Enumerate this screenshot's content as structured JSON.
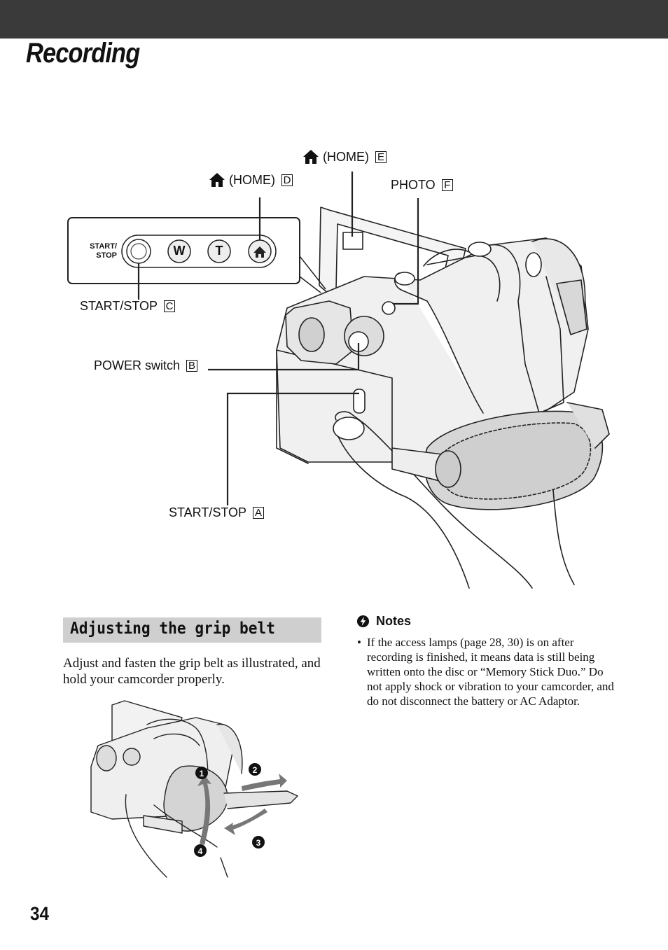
{
  "header": {
    "title": "Recording"
  },
  "figure_main": {
    "labels": {
      "home_e": {
        "text": "(HOME)",
        "letter": "E"
      },
      "home_d": {
        "text": "(HOME)",
        "letter": "D"
      },
      "photo_f": {
        "text": "PHOTO",
        "letter": "F"
      },
      "start_stop_c": {
        "text": "START/STOP",
        "letter": "C"
      },
      "power_switch_b": {
        "text": "POWER switch",
        "letter": "B"
      },
      "start_stop_a": {
        "text": "START/STOP",
        "letter": "A"
      }
    },
    "panel": {
      "start_stop_line1": "START/",
      "start_stop_line2": "STOP",
      "w": "W",
      "t": "T"
    }
  },
  "section": {
    "title": "Adjusting the grip belt",
    "body": "Adjust and fasten the grip belt as illustrated, and hold your camcorder properly."
  },
  "figure_grip": {
    "steps": [
      "1",
      "2",
      "3",
      "4"
    ]
  },
  "notes": {
    "heading": "Notes",
    "items": [
      "If the access lamps (page 28, 30) is on after recording is finished, it means data is still being written onto the disc or “Memory Stick Duo.” Do not apply shock or vibration to your camcorder, and do not disconnect the battery or AC Adaptor."
    ]
  },
  "footer": {
    "page_number": "34"
  }
}
